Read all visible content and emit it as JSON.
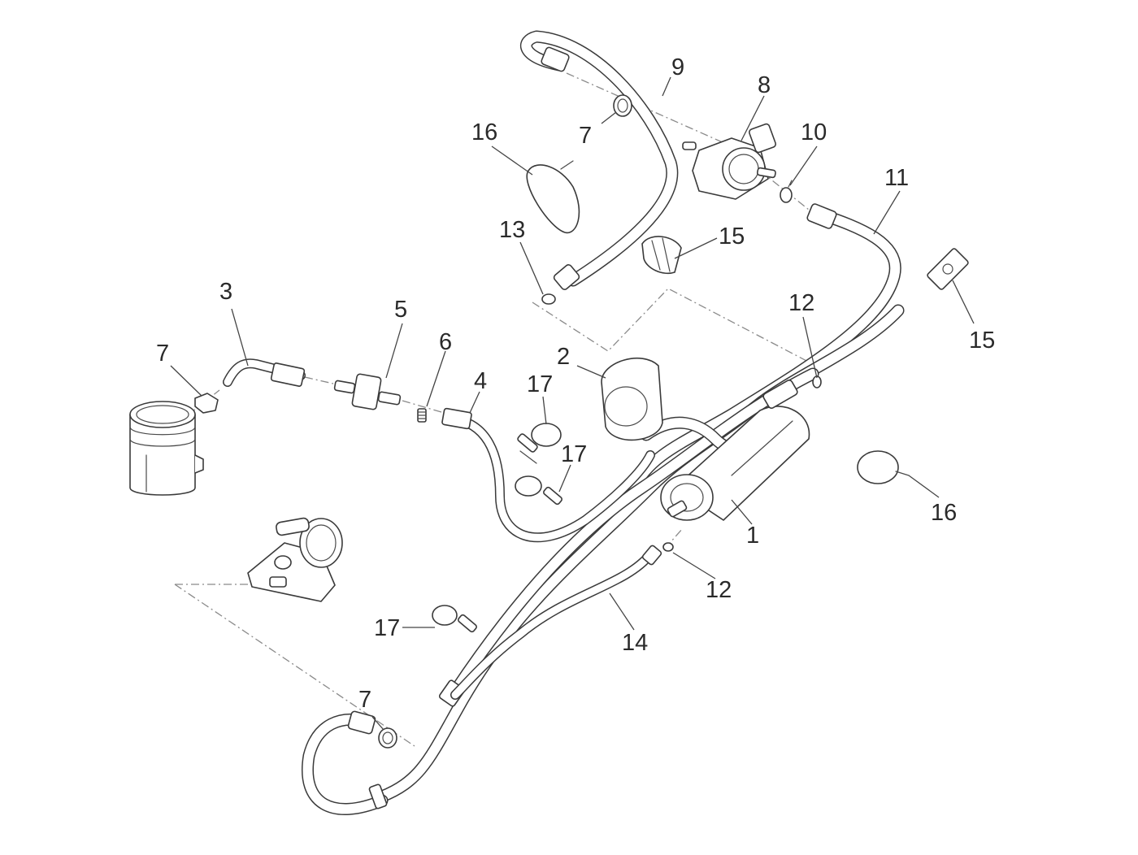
{
  "diagram": {
    "type": "exploded-parts-view",
    "subject": "Fuel vapour recovery system",
    "callouts": [
      {
        "id": "c1",
        "label": "1",
        "part": "canister"
      },
      {
        "id": "c2",
        "label": "2",
        "part": "canister-bracket"
      },
      {
        "id": "c3",
        "label": "3",
        "part": "elbow-hose"
      },
      {
        "id": "c4",
        "label": "4",
        "part": "hose"
      },
      {
        "id": "c5",
        "label": "5",
        "part": "one-way-valve"
      },
      {
        "id": "c6",
        "label": "6",
        "part": "spring"
      },
      {
        "id": "c7a",
        "label": "7",
        "part": "clamp"
      },
      {
        "id": "c7b",
        "label": "7",
        "part": "clamp"
      },
      {
        "id": "c7c",
        "label": "7",
        "part": "clamp"
      },
      {
        "id": "c8",
        "label": "8",
        "part": "purge-valve"
      },
      {
        "id": "c9",
        "label": "9",
        "part": "hose"
      },
      {
        "id": "c10",
        "label": "10",
        "part": "clamp"
      },
      {
        "id": "c11",
        "label": "11",
        "part": "hose"
      },
      {
        "id": "c12a",
        "label": "12",
        "part": "clip"
      },
      {
        "id": "c12b",
        "label": "12",
        "part": "clip"
      },
      {
        "id": "c13",
        "label": "13",
        "part": "clip"
      },
      {
        "id": "c14",
        "label": "14",
        "part": "hose"
      },
      {
        "id": "c15a",
        "label": "15",
        "part": "hose-clip"
      },
      {
        "id": "c15b",
        "label": "15",
        "part": "retainer"
      },
      {
        "id": "c16a",
        "label": "16",
        "part": "strap-clamp"
      },
      {
        "id": "c16b",
        "label": "16",
        "part": "strap-clamp"
      },
      {
        "id": "c17a",
        "label": "17",
        "part": "push-clip"
      },
      {
        "id": "c17b",
        "label": "17",
        "part": "push-clip"
      },
      {
        "id": "c17c",
        "label": "17",
        "part": "push-clip"
      }
    ]
  }
}
